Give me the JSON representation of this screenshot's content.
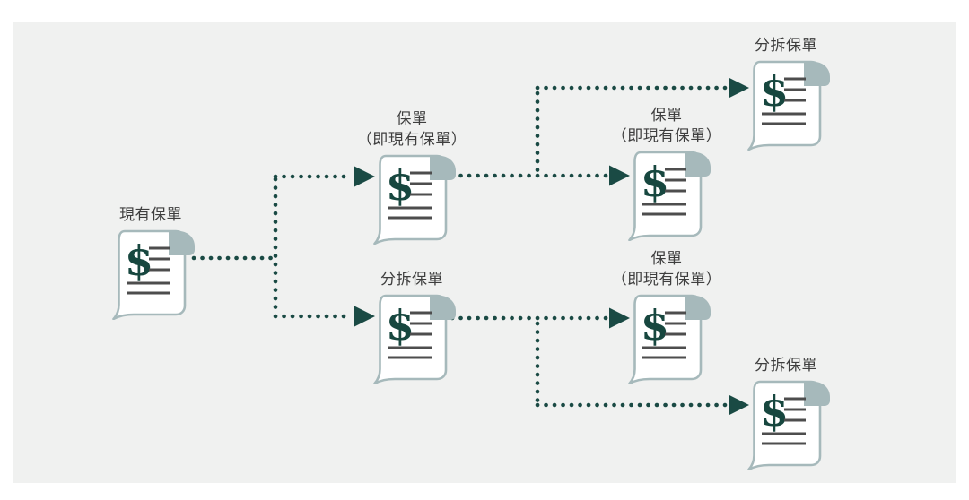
{
  "canvas": {
    "background": "#ffffff",
    "panel_background": "#f0f1f0"
  },
  "colors": {
    "connector_teal": "#1a4a44",
    "doc_border_gray_blue": "#a6b9bb",
    "doc_text_line_gray": "#4d4d4d",
    "label_gray": "#3e3e3e",
    "doc_fill": "#ffffff"
  },
  "icon": {
    "name": "policy-scroll-icon",
    "currency_symbol": "$"
  },
  "nodes": [
    {
      "id": "existing-policy",
      "label": "現有保單",
      "label_line2": ""
    },
    {
      "id": "policy-branch-top",
      "label": "保單",
      "label_line2": "（即現有保單）"
    },
    {
      "id": "split-policy-branch-bottom",
      "label": "分拆保單",
      "label_line2": ""
    },
    {
      "id": "policy-top-branch-result",
      "label": "保單",
      "label_line2": "（即現有保單）"
    },
    {
      "id": "split-policy-top-result",
      "label": "分拆保單",
      "label_line2": ""
    },
    {
      "id": "policy-bottom-branch-result",
      "label": "保單",
      "label_line2": "（即現有保單）"
    },
    {
      "id": "split-policy-bottom-result",
      "label": "分拆保單",
      "label_line2": ""
    }
  ],
  "edges": [
    {
      "from": "existing-policy",
      "to": "policy-branch-top"
    },
    {
      "from": "existing-policy",
      "to": "split-policy-branch-bottom"
    },
    {
      "from": "policy-branch-top",
      "to": "split-policy-top-result"
    },
    {
      "from": "policy-branch-top",
      "to": "policy-top-branch-result"
    },
    {
      "from": "split-policy-branch-bottom",
      "to": "policy-bottom-branch-result"
    },
    {
      "from": "split-policy-branch-bottom",
      "to": "split-policy-bottom-result"
    }
  ]
}
